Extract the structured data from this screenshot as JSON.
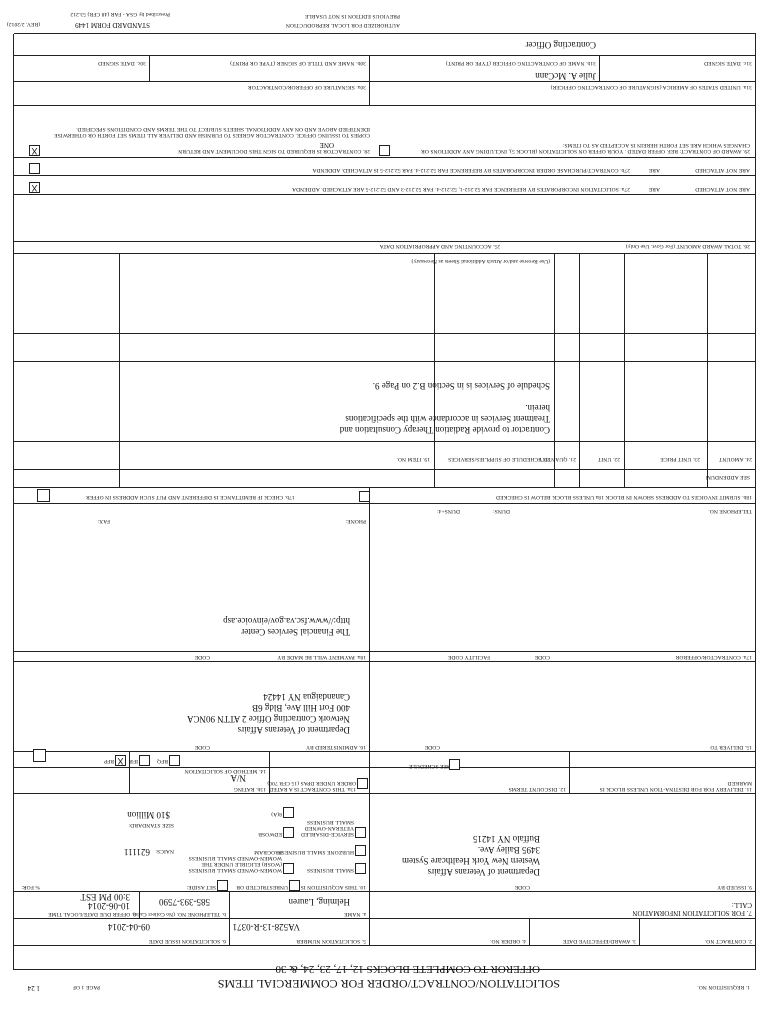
{
  "header": {
    "requisition_label": "1. REQUISITION NO.",
    "page_label": "PAGE 1 OF",
    "page_value": "1 24",
    "title_line1": "SOLICITATION/CONTRACT/ORDER FOR COMMERCIAL ITEMS",
    "title_line2": "OFFEROR TO COMPLETE BLOCKS 12, 17, 23, 24, & 30"
  },
  "row2": {
    "contract_no_label": "2. CONTRACT NO.",
    "award_date_label": "3. AWARD/EFFECTIVE DATE",
    "order_no_label": "4. ORDER NO.",
    "solicitation_no_label": "5. SOLICITATION NUMBER",
    "solicitation_no": "VA528-13-R-0371",
    "issue_date_label": "6. SOLICITATION ISSUE DATE",
    "issue_date": "09-04-2014"
  },
  "row7": {
    "info_call_label": "7. FOR SOLICITATION INFORMATION CALL:",
    "name_label": "a. NAME",
    "name": "Helming, Lauren",
    "phone_label": "b. TELEPHONE NO. (No Collect Calls)",
    "phone": "585-393-7590",
    "offer_due_label": "8. OFFER DUE DATE/LOCAL TIME",
    "offer_due_date": "10-06-2014",
    "offer_due_time": "3:00 PM EST"
  },
  "issued_by": {
    "label": "9. ISSUED BY",
    "code_label": "CODE",
    "line1": "Department of Veterans Affairs",
    "line2": "Western New York Healthcare System",
    "line3": "3495 Bailey Ave.",
    "line4": "Buffalo NY 14215"
  },
  "acquisition": {
    "label": "10. THIS ACQUISITION IS",
    "unrestricted": "UNRESTRICTED OR",
    "set_aside": "SET ASIDE:",
    "pct_for": "% FOR:",
    "small_business": "SMALL BUSINESS",
    "hubzone": "HUBZONE SMALL BUSINESS",
    "sdvosb": "SERVICE-DISABLED VETERAN-OWNED SMALL BUSINESS",
    "wosb": "WOMEN-OWNED SMALL BUSINESS (WOSB) ELIGIBLE UNDER THE WOMEN-OWNED SMALL BUSINESS PROGRAM",
    "edwosb": "EDWOSB",
    "eight_a": "8(A)",
    "naics_label": "NAICS:",
    "naics": "621111",
    "size_std_label": "SIZE STANDARD:",
    "size_std": "$10 Million"
  },
  "row11": {
    "delivery_label": "11. DELIVERY FOR FOB DESTINA-TION UNLESS BLOCK IS MARKED",
    "see_schedule": "SEE SCHEDULE",
    "discount_label": "12. DISCOUNT TERMS",
    "rated_label": "13a. THIS CONTRACT IS A RATED ORDER UNDER DPAS (15 CFR 700)",
    "rating_label": "13b. RATING",
    "rating": "N/A",
    "method_label": "14. METHOD OF SOLICITATION",
    "rfq": "RFQ",
    "ifb": "IFB",
    "rfp": "RFP"
  },
  "deliver_to": {
    "label": "15. DELIVER TO",
    "code_label": "CODE",
    "admin_label": "16. ADMINISTERED BY",
    "admin_code_label": "CODE",
    "line1": "Department of Veterans Affairs",
    "line2": "Network Contracting Office 2 ATTN 90NCA",
    "line3": "400 Fort Hill Ave, Bldg 6B",
    "line4": "Canandaigua NY 14424"
  },
  "contractor": {
    "label": "17a. CONTRACTOR/OFFEROR",
    "code_label": "CODE",
    "facility_label": "FACILITY CODE",
    "payment_label": "18a. PAYMENT WILL BE MADE BY",
    "payment_code_label": "CODE",
    "payment_line1": "The Financial Services Center",
    "payment_line2": "http://www.fsc.va.gov/einvoice.asp",
    "telephone_label": "TELEPHONE NO.",
    "duns_label": "DUNS:",
    "duns4_label": "DUNS+4:",
    "phone_label": "PHONE:",
    "fax_label": "FAX:",
    "remit_label": "17b. CHECK IF REMITTANCE IS DIFFERENT AND PUT SUCH ADDRESS IN OFFER",
    "submit_label": "18b. SUBMIT INVOICES TO ADDRESS SHOWN IN BLOCK 18a UNLESS BLOCK BELOW IS CHECKED",
    "see_addendum": "SEE ADDENDUM"
  },
  "items": {
    "col_item_no": "19. ITEM NO.",
    "col_schedule": "20. SCHEDULE OF SUPPLIES/SERVICES",
    "col_quantity": "21. QUANTITY",
    "col_unit": "22. UNIT",
    "col_unit_price": "23. UNIT PRICE",
    "col_amount": "24. AMOUNT",
    "desc_line1": "Contractor to provide Radiation Therapy Consultation and",
    "desc_line2": "Treatment Services in accordance with the specifications",
    "desc_line3": "herein.",
    "desc_line4": "Schedule of Services is in Section B.2 on Page 9.",
    "reverse_note": "(Use Reverse and/or Attach Additional Sheets as Necessary)"
  },
  "accounting": {
    "label": "25. ACCOUNTING AND APPROPRIATION DATA",
    "total_label": "26. TOTAL AWARD AMOUNT (For Govt. Use Only)"
  },
  "clauses": {
    "c27a": "27a. SOLICITATION INCORPORATES BY REFERENCE FAR 52.212-1, 52.212-4. FAR 52.212-3 AND 52.212-5 ARE ATTACHED. ADDENDA",
    "c27b": "27b. CONTRACT/PURCHASE ORDER INCORPORATES BY REFERENCE FAR 52.212-4. FAR 52.212-5 IS ATTACHED. ADDENDA",
    "are": "ARE",
    "are_not": "ARE NOT ATTACHED",
    "c28": "28. CONTRACTOR IS REQUIRED TO SIGN THIS DOCUMENT AND RETURN",
    "copies": "ONE",
    "copies_suffix": "COPIES TO ISSUING OFFICE. CONTRACTOR AGREES TO FURNISH AND DELIVER ALL ITEMS SET FORTH OR OTHERWISE IDENTIFIED ABOVE AND ON ANY ADDITIONAL SHEETS SUBJECT TO THE TERMS AND CONDITIONS SPECIFIED.",
    "c29": "29. AWARD OF CONTRACT: REF. OFFER DATED . YOUR OFFER ON SOLICITATION (BLOCK 5), INCLUDING ANY ADDITIONS OR CHANGES WHICH ARE SET FORTH HEREIN IS ACCEPTED AS TO ITEMS:"
  },
  "signatures": {
    "s30a": "30a. SIGNATURE OF OFFEROR/CONTRACTOR",
    "s31a": "31a. UNITED STATES OF AMERICA (SIGNATURE OF CONTRACTING OFFICER)",
    "s30b": "30b. NAME AND TITLE OF SIGNER (TYPE OR PRINT)",
    "s30c": "30c. DATE SIGNED",
    "s31b": "31b. NAME OF CONTRACTING OFFICER (TYPE OR PRINT)",
    "s31c": "31c. DATE SIGNED",
    "officer_name": "Julie A. McCann",
    "officer_title": "Contracting Officer"
  },
  "footer": {
    "authorized": "AUTHORIZED FOR LOCAL REPRODUCTION",
    "previous": "PREVIOUS EDITION IS NOT USABLE",
    "form": "STANDARD FORM 1449",
    "rev": "(REV. 2/2012)",
    "prescribed": "Prescribed by GSA - FAR (48 CFR) 53.212"
  }
}
